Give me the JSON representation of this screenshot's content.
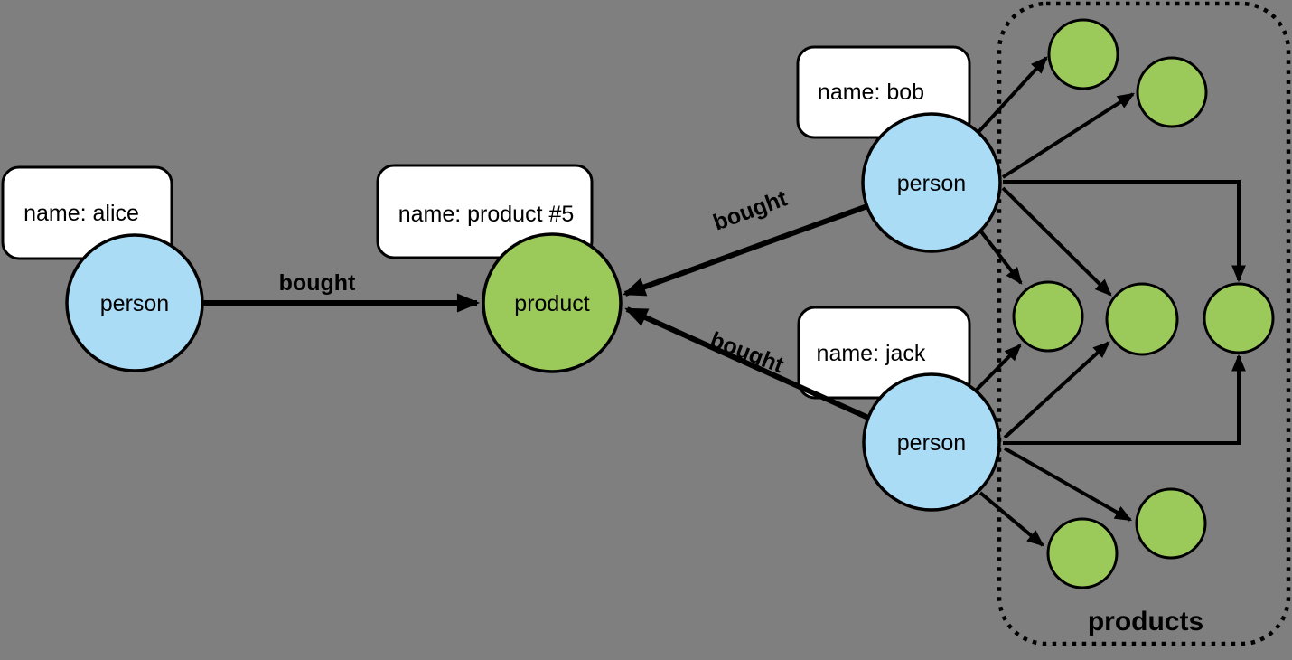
{
  "colors": {
    "background": "#7F7F7F",
    "person_fill": "#AADCF6",
    "product_fill": "#9BCA5B",
    "label_box_fill": "#FFFFFF",
    "edge_color": "#000000",
    "text_color": "#000000"
  },
  "nodes": {
    "alice": {
      "label": "person",
      "property": "name: alice"
    },
    "bob": {
      "label": "person",
      "property": "name: bob"
    },
    "jack": {
      "label": "person",
      "property": "name: jack"
    },
    "product5": {
      "label": "product",
      "property": "name: product #5"
    }
  },
  "edges": {
    "alice_bought": "bought",
    "bob_bought": "bought",
    "jack_bought": "bought"
  },
  "products_group": {
    "label": "products"
  }
}
